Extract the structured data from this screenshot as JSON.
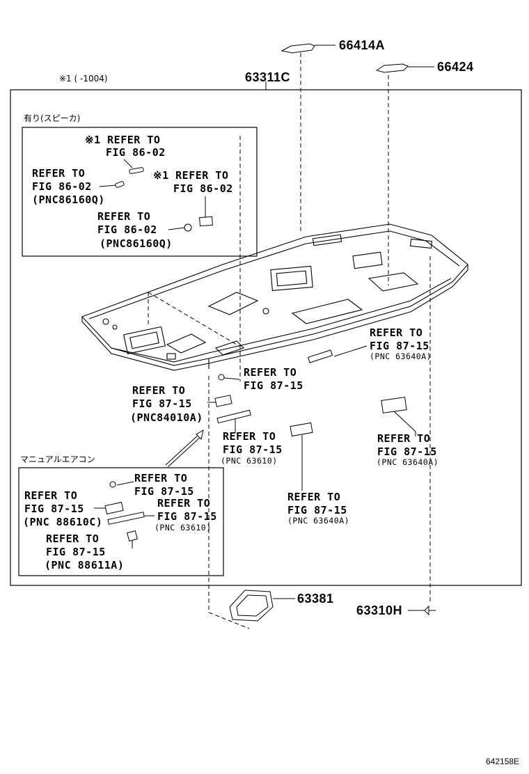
{
  "header": {
    "note": "※1 (    -1004)",
    "main_part": "63311C",
    "top_parts": [
      "66414A",
      "66424"
    ]
  },
  "speaker_box": {
    "title": "有り(スピーカ)",
    "refs": [
      {
        "l1": "※1 REFER TO",
        "l2": "FIG 86-02"
      },
      {
        "l1": "REFER TO",
        "l2": "FIG 86-02",
        "l3": "(PNC86160Q)"
      },
      {
        "l1": "※1 REFER TO",
        "l2": "FIG 86-02"
      },
      {
        "l1": "REFER TO",
        "l2": "FIG 86-02",
        "l3": "(PNC86160Q)"
      }
    ]
  },
  "main_refs": [
    {
      "l1": "REFER TO",
      "l2": "FIG 87-15",
      "l3": "(PNC 63640A)"
    },
    {
      "l1": "REFER TO",
      "l2": "FIG 87-15"
    },
    {
      "l1": "REFER TO",
      "l2": "FIG 87-15",
      "l3": "(PNC84010A)"
    },
    {
      "l1": "REFER TO",
      "l2": "FIG 87-15",
      "l3": "(PNC 63610)"
    },
    {
      "l1": "REFER TO",
      "l2": "FIG 87-15",
      "l3": "(PNC 63640A)"
    },
    {
      "l1": "REFER TO",
      "l2": "FIG 87-15",
      "l3": "(PNC 63640A)"
    }
  ],
  "manual_ac_box": {
    "title": "マニュアルエアコン",
    "refs": [
      {
        "l1": "REFER TO",
        "l2": "FIG 87-15"
      },
      {
        "l1": "REFER TO",
        "l2": "FIG 87-15",
        "l3": "(PNC 88610C)"
      },
      {
        "l1": "REFER TO",
        "l2": "FIG 87-15",
        "l3": "(PNC 63610)"
      },
      {
        "l1": "REFER TO",
        "l2": "FIG 87-15",
        "l3": "(PNC 88611A)"
      }
    ]
  },
  "bottom_parts": [
    "63381",
    "63310H"
  ],
  "figure_id": "642158E"
}
